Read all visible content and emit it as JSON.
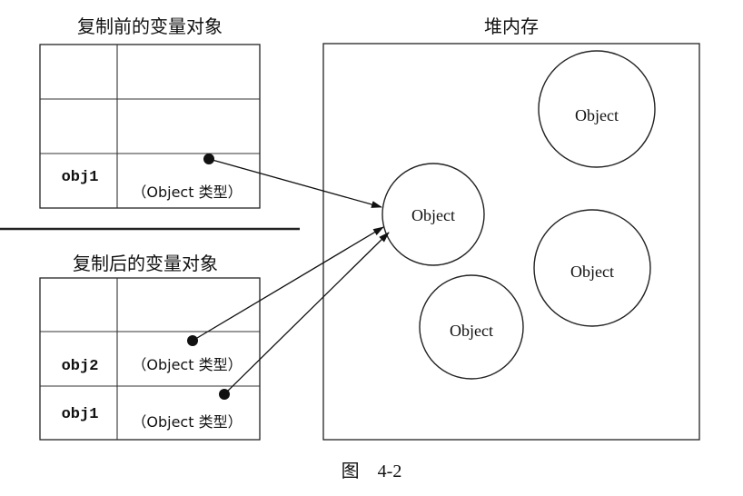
{
  "before": {
    "title": "复制前的变量对象",
    "rows": [
      {
        "key": "",
        "value": ""
      },
      {
        "key": "",
        "value": ""
      },
      {
        "key": "obj1",
        "value": "（Object 类型）"
      }
    ]
  },
  "after": {
    "title": "复制后的变量对象",
    "rows": [
      {
        "key": "",
        "value": ""
      },
      {
        "key": "obj2",
        "value": "（Object 类型）"
      },
      {
        "key": "obj1",
        "value": "（Object 类型）"
      }
    ]
  },
  "heap": {
    "title": "堆内存",
    "objects": [
      "Object",
      "Object",
      "Object",
      "Object"
    ]
  },
  "caption": "图　4-2"
}
